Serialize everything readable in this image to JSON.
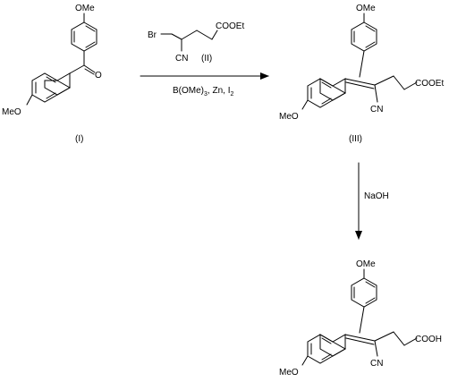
{
  "scheme": {
    "compound_I": {
      "label": "(I)",
      "top_substituent": "OMe",
      "left_substituent": "MeO",
      "carbonyl_atom": "O"
    },
    "reagent_II": {
      "label": "(II)",
      "bromo": "Br",
      "nitrile": "CN",
      "ester": "COOEt"
    },
    "conditions_step1": {
      "below_arrow_prefix": "B(OMe)",
      "below_arrow_subscript": "3",
      "below_arrow_middle": ", Zn, I",
      "below_arrow_subscript2": "2"
    },
    "compound_III": {
      "label": "(III)",
      "top_substituent": "OMe",
      "left_substituent": "MeO",
      "nitrile": "CN",
      "ester": "COOEt"
    },
    "conditions_step2": {
      "reagent": "NaOH"
    },
    "product": {
      "top_substituent": "OMe",
      "left_substituent": "MeO",
      "nitrile": "CN",
      "acid": "COOH"
    }
  }
}
